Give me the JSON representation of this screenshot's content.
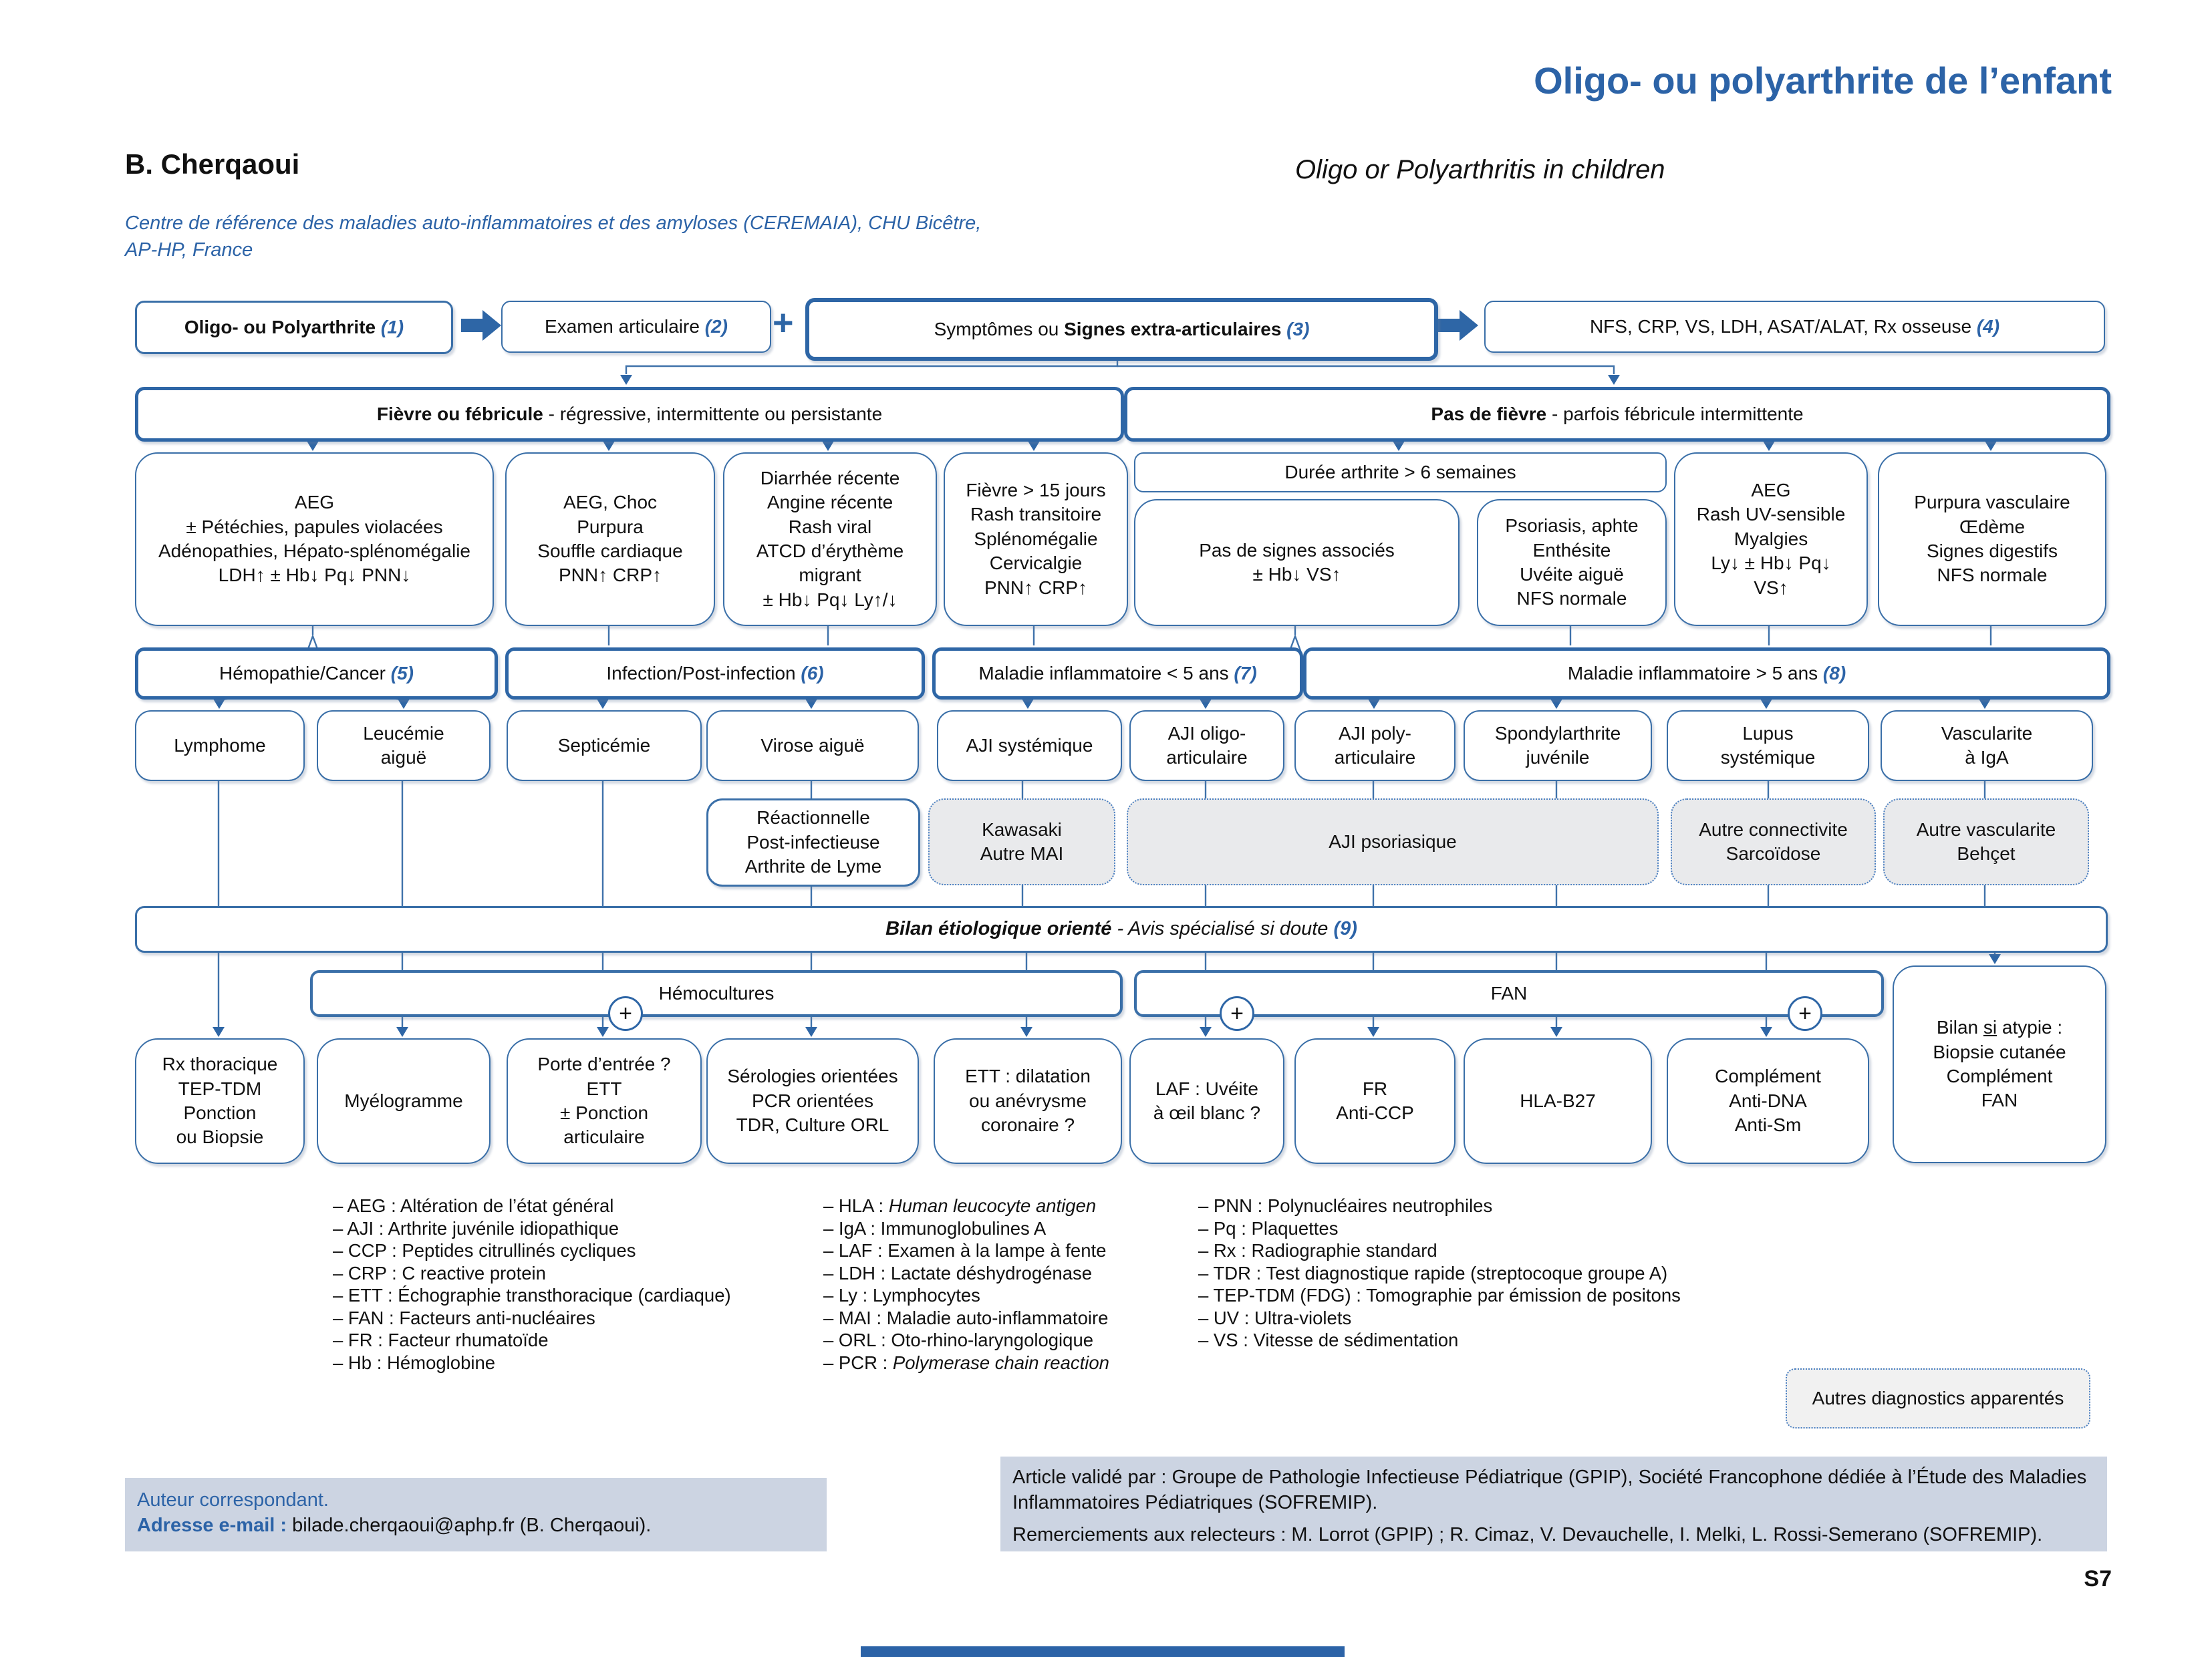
{
  "header": {
    "title": "Oligo- ou polyarthrite de l’enfant",
    "subtitle_en": "Oligo or Polyarthritis in children",
    "author": "B. Cherqaoui",
    "affiliation": "Centre de référence des maladies auto-inflammatoires et des amyloses (CEREMAIA), CHU Bicêtre,\nAP-HP, France"
  },
  "flow": {
    "step1": {
      "label": "Oligo- ou Polyarthrite ",
      "num": "(1)"
    },
    "step2": {
      "label": "Examen articulaire ",
      "num": "(2)"
    },
    "plus": "+",
    "step3": {
      "pre": "Symptômes ou ",
      "bold": "Signes extra-articulaires ",
      "num": "(3)"
    },
    "step4": {
      "label": "NFS, CRP, VS, LDH, ASAT/ALAT, Rx osseuse ",
      "num": "(4)"
    },
    "fever": {
      "bold": "Fièvre ou fébricule",
      "rest": " - régressive, intermittente ou persistante"
    },
    "nofever": {
      "bold": "Pas de fièvre",
      "rest": " - parfois fébricule intermittente"
    },
    "duree": "Durée arthrite > 6 semaines",
    "symptoms": {
      "c1": "AEG\n± Pétéchies, papules violacées\nAdénopathies, Hépato-splénomégalie\nLDH↑ ± Hb↓ Pq↓ PNN↓",
      "c2": "AEG, Choc\nPurpura\nSouffle cardiaque\nPNN↑ CRP↑",
      "c3": "Diarrhée récente\nAngine récente\nRash viral\nATCD d’érythème\nmigrant\n± Hb↓ Pq↓ Ly↑/↓",
      "c4": "Fièvre > 15 jours\nRash transitoire\nSplénomégalie\nCervicalgie\nPNN↑ CRP↑",
      "c5": "Pas de signes associés\n± Hb↓ VS↑",
      "c6": "Psoriasis, aphte\nEnthésite\nUvéite aiguë\nNFS normale",
      "c7": "AEG\nRash UV-sensible\nMyalgies\nLy↓ ± Hb↓ Pq↓\nVS↑",
      "c8": "Purpura vasculaire\nŒdème\nSignes digestifs\nNFS normale"
    },
    "categories": {
      "cat5": {
        "label": "Hémopathie/Cancer ",
        "num": "(5)"
      },
      "cat6": {
        "label": "Infection/Post-infection ",
        "num": "(6)"
      },
      "cat7": {
        "label": "Maladie inflammatoire < 5 ans ",
        "num": "(7)"
      },
      "cat8": {
        "label": "Maladie inflammatoire > 5 ans ",
        "num": "(8)"
      }
    },
    "diagnoses": {
      "d1": "Lymphome",
      "d2": "Leucémie\naiguë",
      "d3": "Septicémie",
      "d4": "Virose aiguë",
      "d5": "AJI systémique",
      "d6": "AJI oligo-\narticulaire",
      "d7": "AJI poly-\narticulaire",
      "d8": "Spondylarthrite\njuvénile",
      "d9": "Lupus\nsystémique",
      "d10": "Vascularite\nà IgA"
    },
    "related": {
      "e1": "Réactionnelle\nPost-infectieuse\nArthrite de Lyme",
      "e2": "Kawasaki\nAutre MAI",
      "e3": "AJI psoriasique",
      "e4": "Autre connectivite\nSarcoïdose",
      "e5": "Autre vascularite\nBehçet"
    },
    "bilan": {
      "bold": "Bilan étiologique orienté",
      "rest": " - Avis spécialisé si doute ",
      "num": "(9)"
    },
    "hemocultures": "Hémocultures",
    "fan": "FAN",
    "plus_circle": "+",
    "atypie": {
      "pre": "Bilan ",
      "underline": "si",
      "post": " atypie :",
      "lines": "Biopsie cutanée\nComplément\nFAN"
    },
    "tests": {
      "g1": "Rx thoracique\nTEP-TDM\nPonction\nou Biopsie",
      "g2": "Myélogramme",
      "g3": "Porte d’entrée ?\nETT\n± Ponction\narticulaire",
      "g4": "Sérologies orientées\nPCR orientées\nTDR, Culture ORL",
      "g5": "ETT : dilatation\nou anévrysme\ncoronaire ?",
      "g6": "LAF : Uvéite\nà œil blanc ?",
      "g7": "FR\nAnti-CCP",
      "g8": "HLA-B27",
      "g9": "Complément\nAnti-DNA\nAnti-Sm"
    }
  },
  "legend": {
    "col1": [
      {
        "t": "–  AEG : Altération de l’état général"
      },
      {
        "t": "–  AJI : Arthrite juvénile idiopathique"
      },
      {
        "t": "–  CCP : Peptides citrullinés cycliques"
      },
      {
        "t": "–  CRP : C reactive protein"
      },
      {
        "t": "–  ETT : Échographie transthoracique (cardiaque)"
      },
      {
        "t": "–  FAN : Facteurs anti-nucléaires"
      },
      {
        "t": "–  FR : Facteur rhumatoïde"
      },
      {
        "t": "–  Hb : Hémoglobine"
      }
    ],
    "col2": [
      {
        "t": "–  HLA : ",
        "i": "Human leucocyte antigen"
      },
      {
        "t": "–  IgA : Immunoglobulines A"
      },
      {
        "t": "–  LAF : Examen à la lampe à fente"
      },
      {
        "t": "–  LDH : Lactate déshydrogénase"
      },
      {
        "t": "–  Ly : Lymphocytes"
      },
      {
        "t": "–  MAI : Maladie auto-inflammatoire"
      },
      {
        "t": "–  ORL : Oto-rhino-laryngologique"
      },
      {
        "t": "–  PCR : ",
        "i": "Polymerase chain reaction"
      }
    ],
    "col3": [
      {
        "t": "–  PNN : Polynucléaires neutrophiles"
      },
      {
        "t": "–  Pq : Plaquettes"
      },
      {
        "t": "–  Rx : Radiographie standard"
      },
      {
        "t": "–  TDR : Test diagnostique rapide (streptocoque groupe A)"
      },
      {
        "t": "–  TEP-TDM (FDG) : Tomographie par émission de positons"
      },
      {
        "t": "–  UV : Ultra-violets"
      },
      {
        "t": "–  VS : Vitesse de sédimentation"
      }
    ]
  },
  "related_box": {
    "label": "Autres diagnostics apparentés"
  },
  "footer": {
    "correspondent_label": "Auteur correspondant.",
    "email_label": "Adresse e-mail : ",
    "email_value": "bilade.cherqaoui@aphp.fr (B. Cherqaoui).",
    "validation_1": "Article validé par : Groupe de Pathologie Infectieuse Pédiatrique (GPIP), Société Francophone dédiée à l’Étude des Maladies Inflammatoires Pédiatriques (SOFREMIP).",
    "validation_2": "Remerciements aux relecteurs : M. Lorrot (GPIP) ; R. Cimaz, V. Devauchelle, I. Melki, L. Rossi-Semerano (SOFREMIP)."
  },
  "page_number": "S7",
  "colors": {
    "accent": "#2c63a7",
    "border": "#3a6fa8",
    "gray_fill": "#e9eaec",
    "footer_fill": "#ccd4e2"
  }
}
